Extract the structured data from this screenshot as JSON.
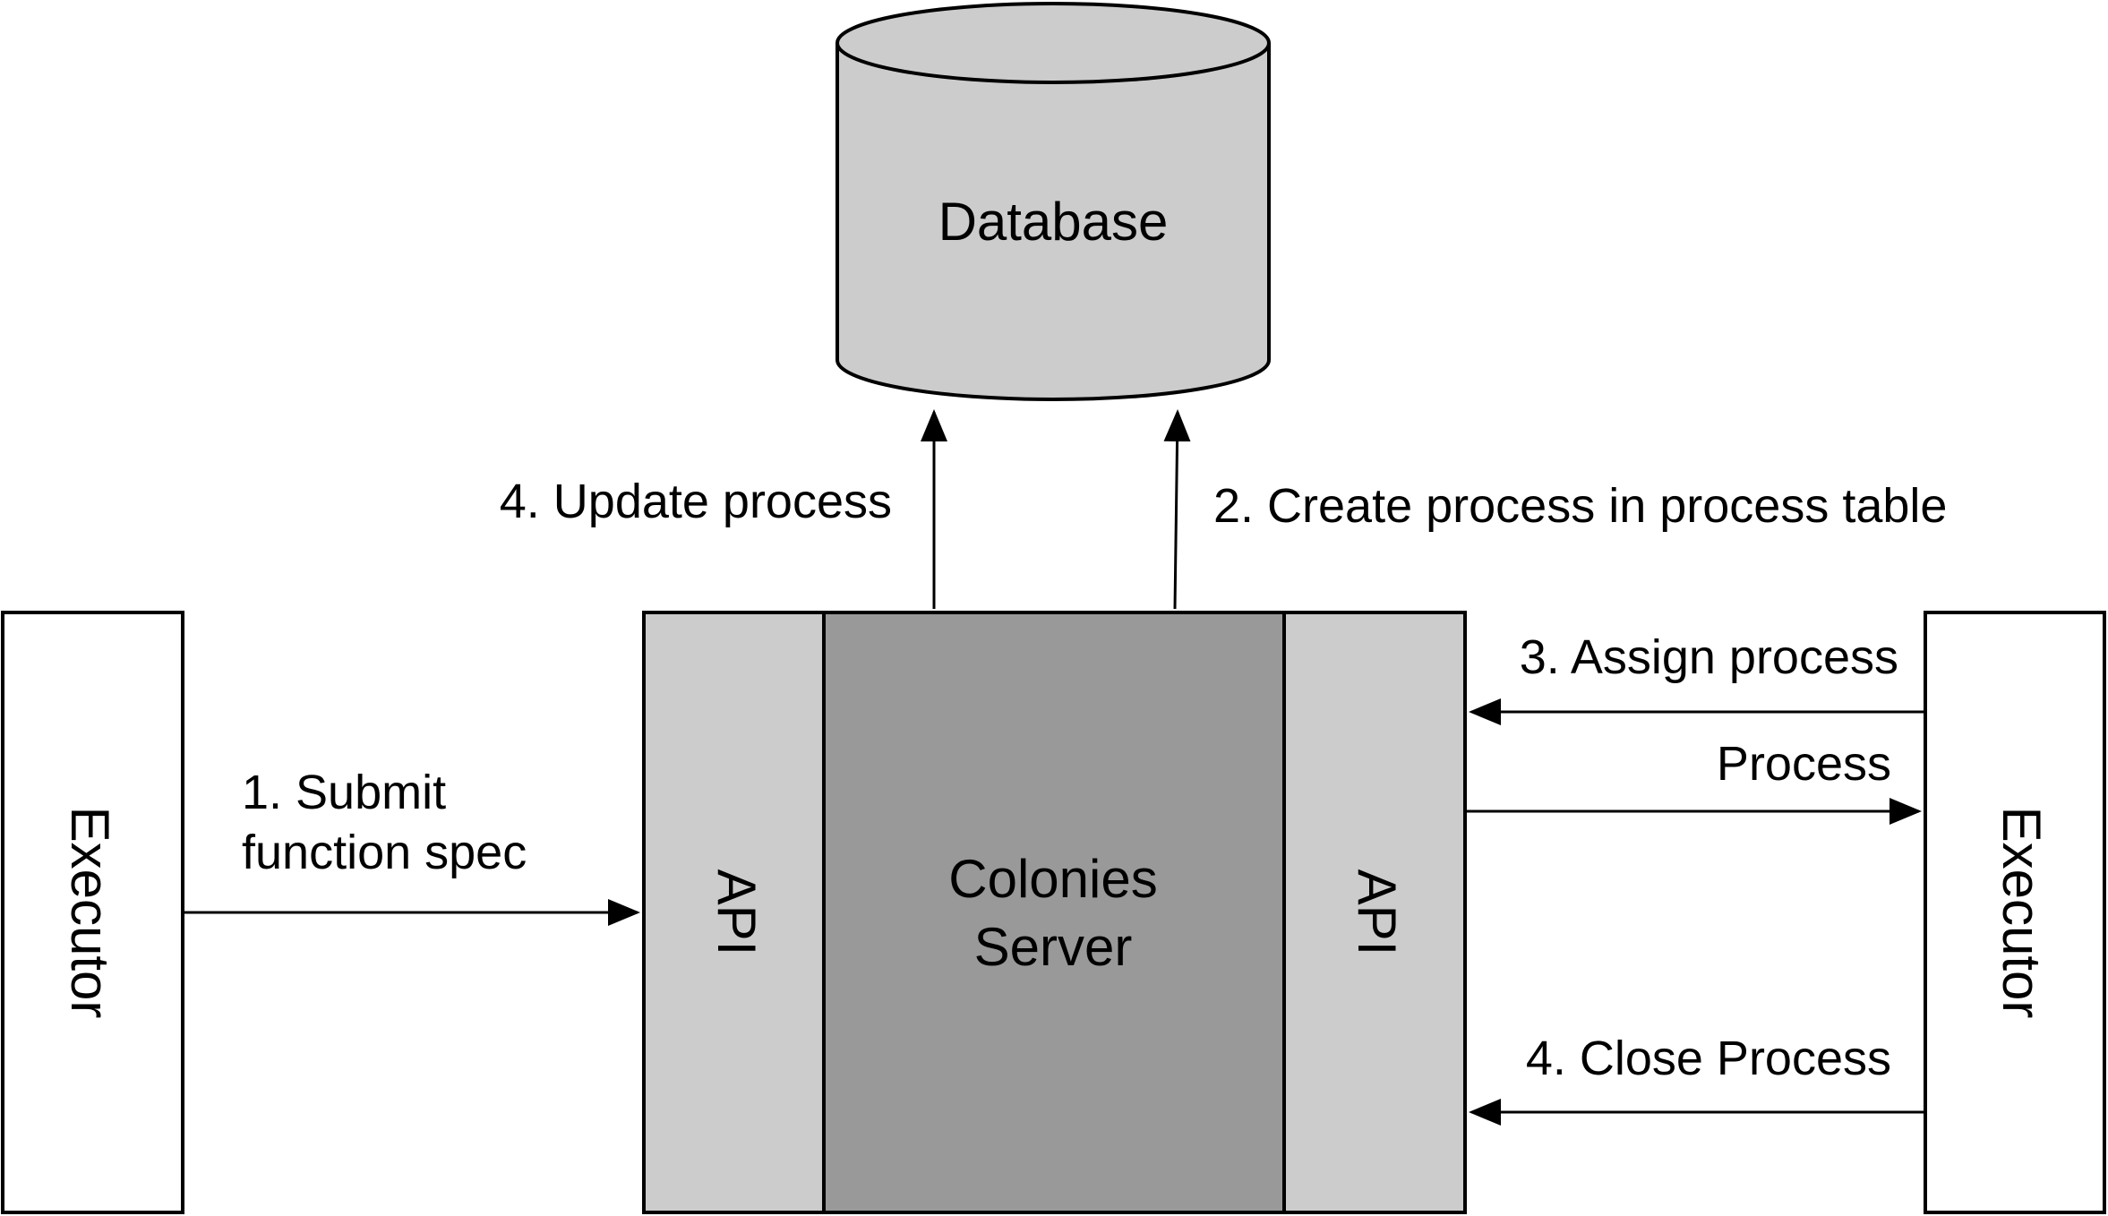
{
  "colors": {
    "stroke": "#000000",
    "database_fill": "#cccccc",
    "api_fill": "#cccccc",
    "server_fill": "#999999",
    "executor_fill": "#ffffff"
  },
  "database": {
    "label": "Database"
  },
  "server": {
    "label_line1": "Colonies",
    "label_line2": "Server"
  },
  "api_left": {
    "label": "API"
  },
  "api_right": {
    "label": "API"
  },
  "executor_left": {
    "label": "Executor"
  },
  "executor_right": {
    "label": "Executor"
  },
  "edges": {
    "submit": {
      "label_line1": "1. Submit",
      "label_line2": "function spec"
    },
    "create": {
      "label": "2. Create process in process table"
    },
    "update": {
      "label": "4. Update process"
    },
    "assign": {
      "label": "3. Assign process"
    },
    "process": {
      "label": "Process"
    },
    "close": {
      "label": "4. Close Process"
    }
  }
}
